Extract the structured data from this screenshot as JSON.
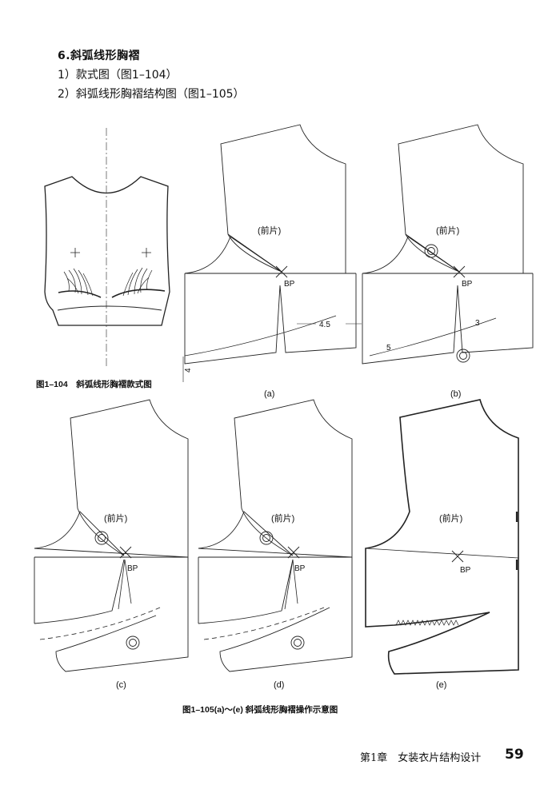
{
  "section": {
    "heading": "6.斜弧线形胸褶",
    "item1": "1）款式图（图1–104）",
    "item2": "2）斜弧线形胸褶结构图（图1–105）"
  },
  "figures": {
    "fig104_caption": "图1–104　斜弧线形胸褶款式图",
    "fig105_caption": "图1–105(a)～(e)  斜弧线形胸褶操作示意图",
    "panel_label_front": "(前片)",
    "bp_label": "BP",
    "dim_45": "4.5",
    "dim_4": "4",
    "dim_3": "3",
    "dim_5": "5",
    "sub_a": "(a)",
    "sub_b": "(b)",
    "sub_c": "(c)",
    "sub_d": "(d)",
    "sub_e": "(e)"
  },
  "footer": {
    "chapter": "第1章　女装衣片结构设计",
    "page": "59"
  }
}
